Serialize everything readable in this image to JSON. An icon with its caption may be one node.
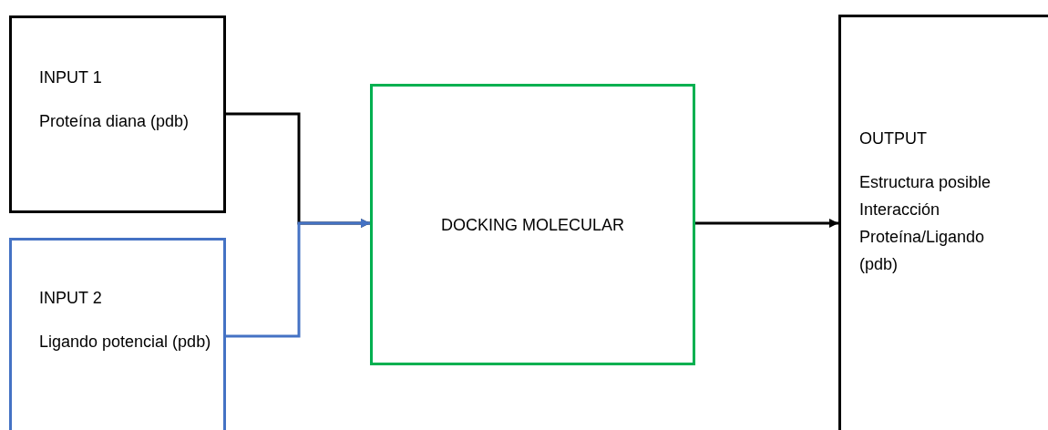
{
  "diagram": {
    "nodes": [
      {
        "text": [
          "INPUT 1",
          "Proteína diana (pdb)"
        ]
      },
      {
        "text": [
          "INPUT 2",
          "Ligando potencial (pdb)"
        ]
      },
      {
        "text": [
          "DOCKING MOLECULAR"
        ]
      },
      {
        "text": [
          "OUTPUT",
          "Estructura posible Interacción Proteína/Ligando (pdb)"
        ]
      }
    ],
    "edges": [
      {
        "from": 0,
        "to": 2,
        "arrow": "to"
      },
      {
        "from": 1,
        "to": 2,
        "arrow": "to",
        "color": "#4472c4"
      },
      {
        "from": 2,
        "to": 3,
        "arrow": "to"
      }
    ]
  }
}
